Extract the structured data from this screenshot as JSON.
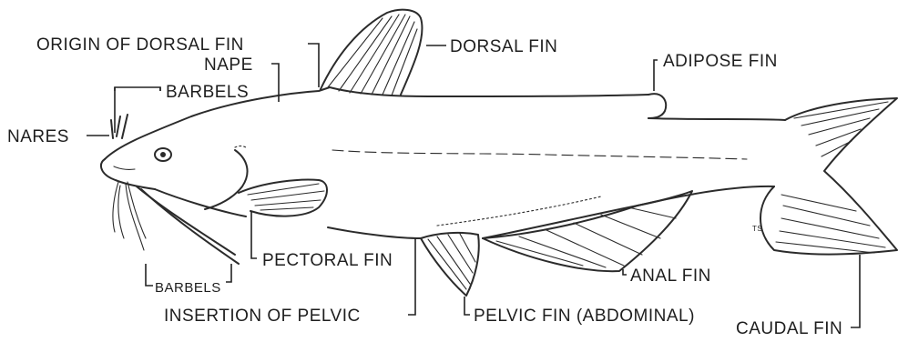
{
  "labels": {
    "origin_of_dorsal_fin": "ORIGIN OF DORSAL FIN",
    "dorsal_fin": "DORSAL FIN",
    "adipose_fin": "ADIPOSE FIN",
    "nape": "NAPE",
    "barbels_upper": "BARBELS",
    "nares": "NARES",
    "pectoral_fin": "PECTORAL FIN",
    "barbels_lower": "BARBELS",
    "insertion_of_pelvic": "INSERTION OF PELVIC",
    "pelvic_fin": "PELVIC FIN (ABDOMINAL)",
    "anal_fin": "ANAL FIN",
    "caudal_fin": "CAUDAL FIN",
    "artist_initials": "TS"
  },
  "colors": {
    "ink": "#2b2b2b",
    "background": "#ffffff"
  }
}
